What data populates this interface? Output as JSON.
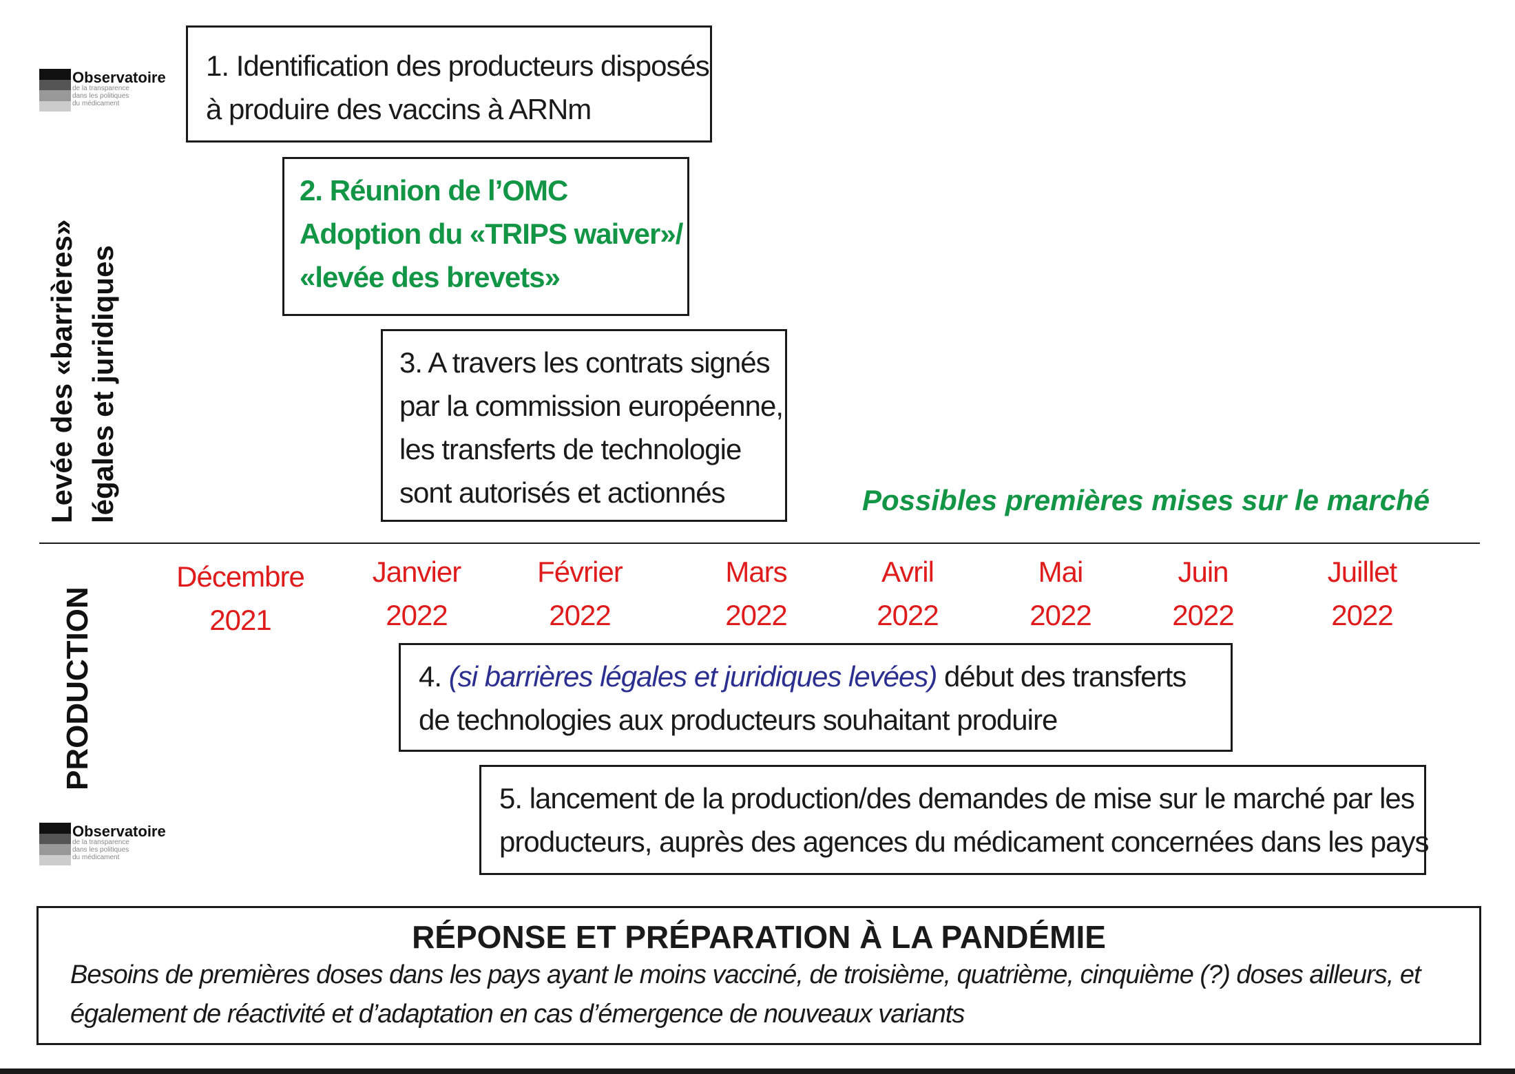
{
  "logo": {
    "name": "Observatoire",
    "subtitle_lines": [
      "de la transparence",
      "dans les politiques",
      "du médicament"
    ]
  },
  "side_labels": {
    "top_line1": "Levée des «barrières»",
    "top_line2": "légales et juridiques",
    "bottom": "PRODUCTION"
  },
  "steps": {
    "s1": [
      "1. Identification des producteurs disposés",
      "à produire des vaccins à ARNm"
    ],
    "s2": [
      "2. Réunion de l’OMC",
      "Adoption du «TRIPS waiver»/",
      "«levée des brevets»"
    ],
    "s3": [
      "3. A travers les contrats signés",
      "par la commission européenne,",
      "les transferts de technologie",
      "sont autorisés et actionnés"
    ],
    "s4": {
      "prefix": "4. ",
      "condition": "(si barrières légales et juridiques levées)",
      "rest": " début des transferts",
      "line2": "de technologies aux producteurs souhaitant produire"
    },
    "s5": [
      "5. lancement de la production/des demandes de mise sur le marché par les",
      "producteurs, auprès des agences du médicament concernées dans les pays"
    ]
  },
  "market_note": "Possibles premières mises sur le marché",
  "timeline": [
    {
      "month": "Décembre",
      "year": "2021"
    },
    {
      "month": "Janvier",
      "year": "2022"
    },
    {
      "month": "Février",
      "year": "2022"
    },
    {
      "month": "Mars",
      "year": "2022"
    },
    {
      "month": "Avril",
      "year": "2022"
    },
    {
      "month": "Mai",
      "year": "2022"
    },
    {
      "month": "Juin",
      "year": "2022"
    },
    {
      "month": "Juillet",
      "year": "2022"
    }
  ],
  "pandemic": {
    "title": "RÉPONSE ET PRÉPARATION À LA PANDÉMIE",
    "line1": "Besoins de premières doses dans les pays ayant le moins vacciné, de troisième, quatrième, cinquième (?) doses ailleurs, et",
    "line2": "également de réactivité et d’adaptation en cas d’émergence de nouveaux variants"
  },
  "colors": {
    "green": "#129646",
    "red": "#e01b1b",
    "blue": "#2b2f8f",
    "border": "#1a1a1a"
  }
}
